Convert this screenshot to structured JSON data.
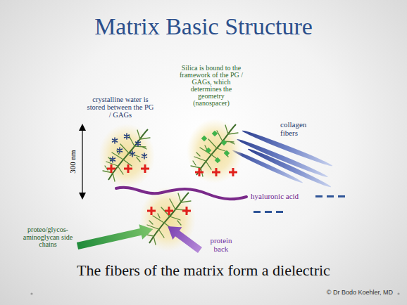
{
  "diagram": {
    "title": "Matrix Basic Structure",
    "caption": "The fibers of the matrix form a dielectric",
    "labels": [
      "Silica is bound to the framework of the PG / GAGs, which determines the geometry (nanospacer)",
      "crystalline water is stored between the PG / GAGs",
      "collagen fibers",
      "300 nm",
      "hyaluronic acid",
      "proteo/glycos- aminoglycan side chains",
      "protein back",
      "© Dr Bodo Koehler, MD"
    ]
  }
}
